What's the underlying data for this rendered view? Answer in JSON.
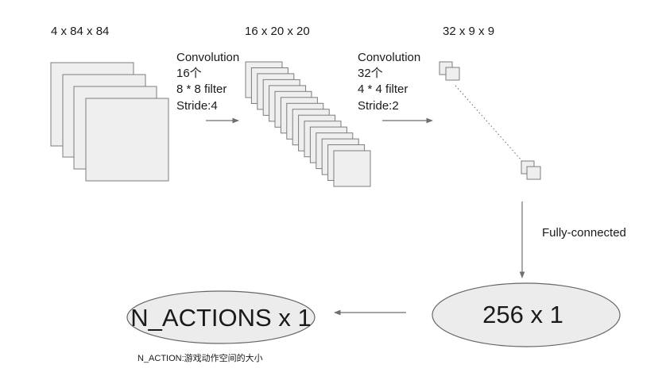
{
  "input": {
    "dims": "4 x 84 x 84"
  },
  "conv1": {
    "dims": "16 x 20 x 20",
    "lines": [
      "Convolution",
      "16个",
      "8 * 8 filter",
      "Stride:4"
    ]
  },
  "conv2": {
    "dims": "32 x 9 x 9",
    "lines": [
      "Convolution",
      "32个",
      "4 * 4 filter",
      "Stride:2"
    ]
  },
  "fc": {
    "label": "Fully-connected"
  },
  "hidden": {
    "label": "256 x 1"
  },
  "output": {
    "label": "N_ACTIONS x 1",
    "note": "N_ACTION:游戏动作空间的大小"
  }
}
